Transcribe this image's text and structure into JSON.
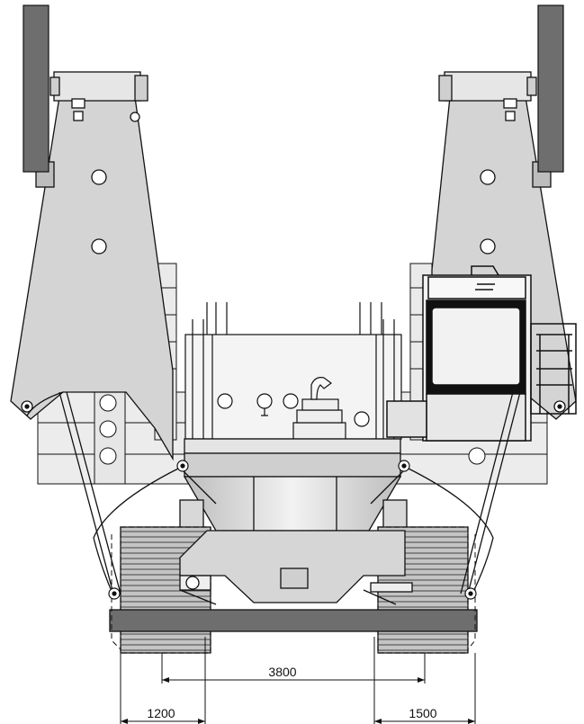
{
  "drawing": {
    "dimensions": {
      "center": "3800",
      "left": "1200",
      "right": "1500"
    },
    "colors": {
      "line": "#111111",
      "body_fill": "#d4d4d4",
      "dark_fill": "#6e6e6e",
      "track_fill": "#bcbcbc",
      "shadow_fill": "#aaaaaa"
    }
  }
}
